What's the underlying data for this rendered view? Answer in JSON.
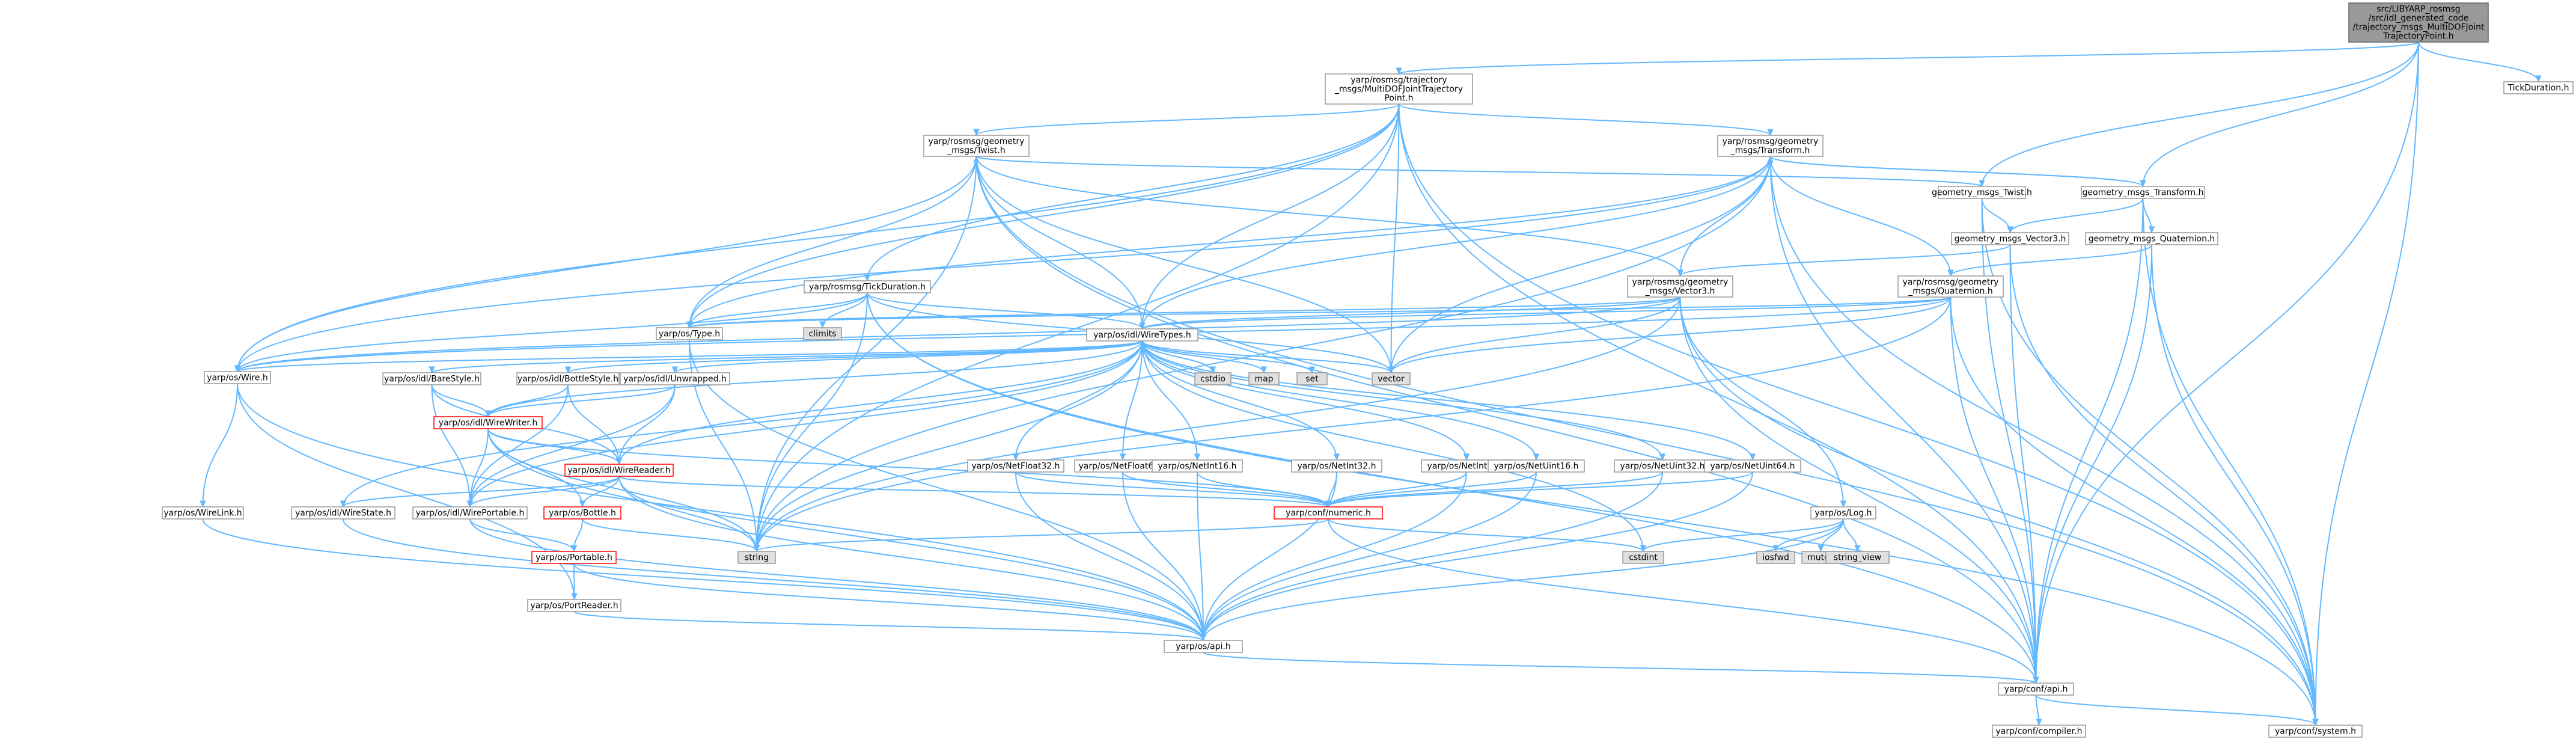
{
  "colors": {
    "background": "#ffffff",
    "node_fill": "#ffffff",
    "node_border": "#999999",
    "focus_fill": "#999999",
    "focus_border": "#666666",
    "system_fill": "#e0e0e0",
    "system_border": "#999999",
    "incomplete_border": "#ff0000",
    "edge": "#63b8ff",
    "text": "#000000"
  },
  "nodes": [
    {
      "id": "root",
      "kind": "focus",
      "lines": [
        "src/LIBYARP_rosmsg",
        "/src/idl_generated_code",
        "/trajectory_msgs_MultiDOFJoint",
        "TrajectoryPoint.h"
      ]
    },
    {
      "id": "tick_dur_top",
      "kind": "normal",
      "lines": [
        "TickDuration.h"
      ]
    },
    {
      "id": "mdjtp",
      "kind": "normal",
      "lines": [
        "yarp/rosmsg/trajectory",
        "_msgs/MultiDOFJointTrajectory",
        "Point.h"
      ]
    },
    {
      "id": "geo_twist",
      "kind": "normal",
      "lines": [
        "yarp/rosmsg/geometry",
        "_msgs/Twist.h"
      ]
    },
    {
      "id": "geo_transform",
      "kind": "normal",
      "lines": [
        "yarp/rosmsg/geometry",
        "_msgs/Transform.h"
      ]
    },
    {
      "id": "gm_twist",
      "kind": "normal",
      "lines": [
        "geometry_msgs_Twist.h"
      ]
    },
    {
      "id": "gm_transform",
      "kind": "normal",
      "lines": [
        "geometry_msgs_Transform.h"
      ]
    },
    {
      "id": "gm_vector3",
      "kind": "normal",
      "lines": [
        "geometry_msgs_Vector3.h"
      ]
    },
    {
      "id": "gm_quat",
      "kind": "normal",
      "lines": [
        "geometry_msgs_Quaternion.h"
      ]
    },
    {
      "id": "tickduration",
      "kind": "normal",
      "lines": [
        "yarp/rosmsg/TickDuration.h"
      ]
    },
    {
      "id": "geo_vector3",
      "kind": "normal",
      "lines": [
        "yarp/rosmsg/geometry",
        "_msgs/Vector3.h"
      ]
    },
    {
      "id": "geo_quat",
      "kind": "normal",
      "lines": [
        "yarp/rosmsg/geometry",
        "_msgs/Quaternion.h"
      ]
    },
    {
      "id": "climits",
      "kind": "system",
      "lines": [
        "climits"
      ]
    },
    {
      "id": "type_h",
      "kind": "normal",
      "lines": [
        "yarp/os/Type.h"
      ]
    },
    {
      "id": "wiretypes",
      "kind": "normal",
      "lines": [
        "yarp/os/idl/WireTypes.h"
      ]
    },
    {
      "id": "wire",
      "kind": "normal",
      "lines": [
        "yarp/os/Wire.h"
      ]
    },
    {
      "id": "barestyle",
      "kind": "normal",
      "lines": [
        "yarp/os/idl/BareStyle.h"
      ]
    },
    {
      "id": "bottlestyle",
      "kind": "normal",
      "lines": [
        "yarp/os/idl/BottleStyle.h"
      ]
    },
    {
      "id": "unwrapped",
      "kind": "normal",
      "lines": [
        "yarp/os/idl/Unwrapped.h"
      ]
    },
    {
      "id": "cstdio",
      "kind": "system",
      "lines": [
        "cstdio"
      ]
    },
    {
      "id": "map",
      "kind": "system",
      "lines": [
        "map"
      ]
    },
    {
      "id": "set",
      "kind": "system",
      "lines": [
        "set"
      ]
    },
    {
      "id": "vector",
      "kind": "system",
      "lines": [
        "vector"
      ]
    },
    {
      "id": "wirewriter",
      "kind": "incomplete",
      "lines": [
        "yarp/os/idl/WireWriter.h"
      ]
    },
    {
      "id": "wirereader",
      "kind": "incomplete",
      "lines": [
        "yarp/os/idl/WireReader.h"
      ]
    },
    {
      "id": "netfloat32",
      "kind": "normal",
      "lines": [
        "yarp/os/NetFloat32.h"
      ]
    },
    {
      "id": "netfloat64",
      "kind": "normal",
      "lines": [
        "yarp/os/NetFloat64.h"
      ]
    },
    {
      "id": "netint16",
      "kind": "normal",
      "lines": [
        "yarp/os/NetInt16.h"
      ]
    },
    {
      "id": "netint32",
      "kind": "normal",
      "lines": [
        "yarp/os/NetInt32.h"
      ]
    },
    {
      "id": "netint64",
      "kind": "normal",
      "lines": [
        "yarp/os/NetInt64.h"
      ]
    },
    {
      "id": "netuint16",
      "kind": "normal",
      "lines": [
        "yarp/os/NetUint16.h"
      ]
    },
    {
      "id": "netuint32",
      "kind": "normal",
      "lines": [
        "yarp/os/NetUint32.h"
      ]
    },
    {
      "id": "netuint64",
      "kind": "normal",
      "lines": [
        "yarp/os/NetUint64.h"
      ]
    },
    {
      "id": "wirestate",
      "kind": "normal",
      "lines": [
        "yarp/os/idl/WireState.h"
      ]
    },
    {
      "id": "wireportable",
      "kind": "normal",
      "lines": [
        "yarp/os/idl/WirePortable.h"
      ]
    },
    {
      "id": "bottle",
      "kind": "incomplete",
      "lines": [
        "yarp/os/Bottle.h"
      ]
    },
    {
      "id": "numeric",
      "kind": "incomplete",
      "lines": [
        "yarp/conf/numeric.h"
      ]
    },
    {
      "id": "log",
      "kind": "normal",
      "lines": [
        "yarp/os/Log.h"
      ]
    },
    {
      "id": "wirelink",
      "kind": "normal",
      "lines": [
        "yarp/os/WireLink.h"
      ]
    },
    {
      "id": "string",
      "kind": "system",
      "lines": [
        "string"
      ]
    },
    {
      "id": "cstdint",
      "kind": "system",
      "lines": [
        "cstdint"
      ]
    },
    {
      "id": "iosfwd",
      "kind": "system",
      "lines": [
        "iosfwd"
      ]
    },
    {
      "id": "mutex",
      "kind": "system",
      "lines": [
        "mutex"
      ]
    },
    {
      "id": "string_view",
      "kind": "system",
      "lines": [
        "string_view"
      ]
    },
    {
      "id": "portable",
      "kind": "incomplete",
      "lines": [
        "yarp/os/Portable.h"
      ]
    },
    {
      "id": "portreader",
      "kind": "normal",
      "lines": [
        "yarp/os/PortReader.h"
      ]
    },
    {
      "id": "os_api",
      "kind": "normal",
      "lines": [
        "yarp/os/api.h"
      ]
    },
    {
      "id": "conf_api",
      "kind": "normal",
      "lines": [
        "yarp/conf/api.h"
      ]
    },
    {
      "id": "compiler",
      "kind": "normal",
      "lines": [
        "yarp/conf/compiler.h"
      ]
    },
    {
      "id": "system",
      "kind": "normal",
      "lines": [
        "yarp/conf/system.h"
      ]
    }
  ],
  "edges": [
    [
      "root",
      "mdjtp"
    ],
    [
      "root",
      "tick_dur_top"
    ],
    [
      "root",
      "gm_twist"
    ],
    [
      "root",
      "gm_transform"
    ],
    [
      "root",
      "conf_api"
    ],
    [
      "root",
      "system"
    ],
    [
      "mdjtp",
      "geo_twist"
    ],
    [
      "mdjtp",
      "geo_transform"
    ],
    [
      "mdjtp",
      "tickduration"
    ],
    [
      "mdjtp",
      "type_h"
    ],
    [
      "mdjtp",
      "wire"
    ],
    [
      "mdjtp",
      "wiretypes"
    ],
    [
      "mdjtp",
      "string"
    ],
    [
      "mdjtp",
      "vector"
    ],
    [
      "mdjtp",
      "conf_api"
    ],
    [
      "mdjtp",
      "system"
    ],
    [
      "geo_twist",
      "geo_vector3"
    ],
    [
      "geo_twist",
      "wiretypes"
    ],
    [
      "geo_twist",
      "type_h"
    ],
    [
      "geo_twist",
      "wire"
    ],
    [
      "geo_twist",
      "string"
    ],
    [
      "geo_twist",
      "vector"
    ],
    [
      "geo_twist",
      "conf_api"
    ],
    [
      "geo_twist",
      "system"
    ],
    [
      "geo_transform",
      "geo_vector3"
    ],
    [
      "geo_transform",
      "geo_quat"
    ],
    [
      "geo_transform",
      "wiretypes"
    ],
    [
      "geo_transform",
      "type_h"
    ],
    [
      "geo_transform",
      "wire"
    ],
    [
      "geo_transform",
      "string"
    ],
    [
      "geo_transform",
      "vector"
    ],
    [
      "geo_transform",
      "conf_api"
    ],
    [
      "geo_transform",
      "system"
    ],
    [
      "geo_transform",
      "gm_transform"
    ],
    [
      "gm_twist",
      "geo_twist"
    ],
    [
      "gm_twist",
      "gm_vector3"
    ],
    [
      "gm_twist",
      "conf_api"
    ],
    [
      "gm_twist",
      "system"
    ],
    [
      "gm_transform",
      "geo_transform"
    ],
    [
      "gm_transform",
      "gm_vector3"
    ],
    [
      "gm_transform",
      "gm_quat"
    ],
    [
      "gm_transform",
      "conf_api"
    ],
    [
      "gm_transform",
      "system"
    ],
    [
      "gm_vector3",
      "geo_vector3"
    ],
    [
      "gm_vector3",
      "conf_api"
    ],
    [
      "gm_vector3",
      "system"
    ],
    [
      "gm_quat",
      "geo_quat"
    ],
    [
      "gm_quat",
      "conf_api"
    ],
    [
      "gm_quat",
      "system"
    ],
    [
      "tickduration",
      "climits"
    ],
    [
      "tickduration",
      "type_h"
    ],
    [
      "tickduration",
      "wire"
    ],
    [
      "tickduration",
      "wiretypes"
    ],
    [
      "tickduration",
      "string"
    ],
    [
      "tickduration",
      "vector"
    ],
    [
      "tickduration",
      "conf_api"
    ],
    [
      "tickduration",
      "system"
    ],
    [
      "geo_vector3",
      "wiretypes"
    ],
    [
      "geo_vector3",
      "type_h"
    ],
    [
      "geo_vector3",
      "wire"
    ],
    [
      "geo_vector3",
      "string"
    ],
    [
      "geo_vector3",
      "vector"
    ],
    [
      "geo_vector3",
      "log"
    ],
    [
      "geo_vector3",
      "conf_api"
    ],
    [
      "geo_vector3",
      "system"
    ],
    [
      "geo_quat",
      "wiretypes"
    ],
    [
      "geo_quat",
      "type_h"
    ],
    [
      "geo_quat",
      "wire"
    ],
    [
      "geo_quat",
      "string"
    ],
    [
      "geo_quat",
      "vector"
    ],
    [
      "geo_quat",
      "conf_api"
    ],
    [
      "geo_quat",
      "system"
    ],
    [
      "type_h",
      "string"
    ],
    [
      "type_h",
      "os_api"
    ],
    [
      "wiretypes",
      "barestyle"
    ],
    [
      "wiretypes",
      "bottlestyle"
    ],
    [
      "wiretypes",
      "unwrapped"
    ],
    [
      "wiretypes",
      "wirewriter"
    ],
    [
      "wiretypes",
      "wirereader"
    ],
    [
      "wiretypes",
      "wirestate"
    ],
    [
      "wiretypes",
      "wireportable"
    ],
    [
      "wiretypes",
      "cstdio"
    ],
    [
      "wiretypes",
      "map"
    ],
    [
      "wiretypes",
      "set"
    ],
    [
      "wiretypes",
      "vector"
    ],
    [
      "wiretypes",
      "string"
    ],
    [
      "wiretypes",
      "netfloat32"
    ],
    [
      "wiretypes",
      "netfloat64"
    ],
    [
      "wiretypes",
      "netint16"
    ],
    [
      "wiretypes",
      "netint32"
    ],
    [
      "wiretypes",
      "netint64"
    ],
    [
      "wiretypes",
      "netuint16"
    ],
    [
      "wiretypes",
      "netuint32"
    ],
    [
      "wiretypes",
      "netuint64"
    ],
    [
      "wiretypes",
      "cstdint"
    ],
    [
      "wiretypes",
      "wire"
    ],
    [
      "wire",
      "wirelink"
    ],
    [
      "wire",
      "portreader"
    ],
    [
      "wire",
      "os_api"
    ],
    [
      "barestyle",
      "wirewriter"
    ],
    [
      "barestyle",
      "wirereader"
    ],
    [
      "barestyle",
      "wireportable"
    ],
    [
      "bottlestyle",
      "wirewriter"
    ],
    [
      "bottlestyle",
      "wirereader"
    ],
    [
      "bottlestyle",
      "wireportable"
    ],
    [
      "unwrapped",
      "wirewriter"
    ],
    [
      "unwrapped",
      "wirereader"
    ],
    [
      "unwrapped",
      "wireportable"
    ],
    [
      "wirewriter",
      "wirereader"
    ],
    [
      "wirewriter",
      "wireportable"
    ],
    [
      "wirewriter",
      "bottle"
    ],
    [
      "wirewriter",
      "string"
    ],
    [
      "wirewriter",
      "numeric"
    ],
    [
      "wirewriter",
      "os_api"
    ],
    [
      "wirereader",
      "bottle"
    ],
    [
      "wirereader",
      "wireportable"
    ],
    [
      "wirereader",
      "wirestate"
    ],
    [
      "wirereader",
      "string"
    ],
    [
      "wirereader",
      "numeric"
    ],
    [
      "wirereader",
      "os_api"
    ],
    [
      "netfloat32",
      "numeric"
    ],
    [
      "netfloat32",
      "os_api"
    ],
    [
      "netfloat64",
      "numeric"
    ],
    [
      "netfloat64",
      "os_api"
    ],
    [
      "netint16",
      "numeric"
    ],
    [
      "netint16",
      "os_api"
    ],
    [
      "netint32",
      "numeric"
    ],
    [
      "netint32",
      "os_api"
    ],
    [
      "netint64",
      "numeric"
    ],
    [
      "netint64",
      "os_api"
    ],
    [
      "netuint16",
      "numeric"
    ],
    [
      "netuint16",
      "os_api"
    ],
    [
      "netuint32",
      "numeric"
    ],
    [
      "netuint32",
      "os_api"
    ],
    [
      "netuint64",
      "numeric"
    ],
    [
      "netuint64",
      "os_api"
    ],
    [
      "wirestate",
      "os_api"
    ],
    [
      "wireportable",
      "portable"
    ],
    [
      "wireportable",
      "os_api"
    ],
    [
      "bottle",
      "portable"
    ],
    [
      "bottle",
      "string"
    ],
    [
      "numeric",
      "string"
    ],
    [
      "numeric",
      "cstdint"
    ],
    [
      "numeric",
      "conf_api"
    ],
    [
      "log",
      "iosfwd"
    ],
    [
      "log",
      "mutex"
    ],
    [
      "log",
      "string_view"
    ],
    [
      "log",
      "cstdint"
    ],
    [
      "log",
      "os_api"
    ],
    [
      "wirelink",
      "os_api"
    ],
    [
      "portable",
      "portreader"
    ],
    [
      "portable",
      "os_api"
    ],
    [
      "portreader",
      "os_api"
    ],
    [
      "os_api",
      "conf_api"
    ],
    [
      "conf_api",
      "compiler"
    ],
    [
      "conf_api",
      "system"
    ]
  ]
}
